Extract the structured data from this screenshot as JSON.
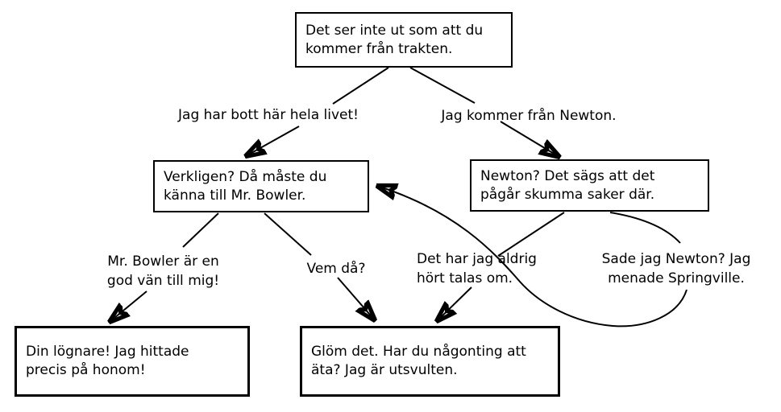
{
  "diagram": {
    "type": "dialogue-tree-flowchart",
    "language": "Swedish",
    "background_color": "#ffffff",
    "line_color": "#000000"
  },
  "nodes": {
    "start": {
      "line1": "Det ser inte ut som att du",
      "line2": "kommer från trakten."
    },
    "really": {
      "line1": "Verkligen? Då måste du",
      "line2": "känna till Mr. Bowler."
    },
    "newton": {
      "line1": "Newton? Det sägs att det",
      "line2": "pågår skumma saker där."
    },
    "liar": {
      "line1": "Din lögnare! Jag hittade",
      "line2": "precis på honom!"
    },
    "forget": {
      "line1": "Glöm det. Har du någonting att",
      "line2": "äta? Jag är utsvulten."
    }
  },
  "edge_labels": {
    "lived_here": {
      "line1": "Jag har bott här hela livet!",
      "line2": ""
    },
    "from_newton": {
      "line1": "Jag kommer från Newton.",
      "line2": ""
    },
    "good_friend": {
      "line1": "Mr. Bowler är en",
      "line2": "god vän till mig!"
    },
    "who": {
      "line1": "Vem då?",
      "line2": ""
    },
    "never_heard": {
      "line1": "Det har jag aldrig",
      "line2": "hört talas om."
    },
    "springville": {
      "line1": "Sade jag Newton? Jag",
      "line2": "menade Springville."
    }
  },
  "edges": [
    {
      "from": "start",
      "to": "really",
      "label": "Jag har bott här hela livet!"
    },
    {
      "from": "start",
      "to": "newton",
      "label": "Jag kommer från Newton."
    },
    {
      "from": "really",
      "to": "liar",
      "label": "Mr. Bowler är en god vän till mig!"
    },
    {
      "from": "really",
      "to": "forget",
      "label": "Vem då?"
    },
    {
      "from": "newton",
      "to": "forget",
      "label": "Det har jag aldrig hört talas om."
    },
    {
      "from": "newton",
      "to": "really",
      "label": "Sade jag Newton? Jag menade Springville."
    }
  ]
}
